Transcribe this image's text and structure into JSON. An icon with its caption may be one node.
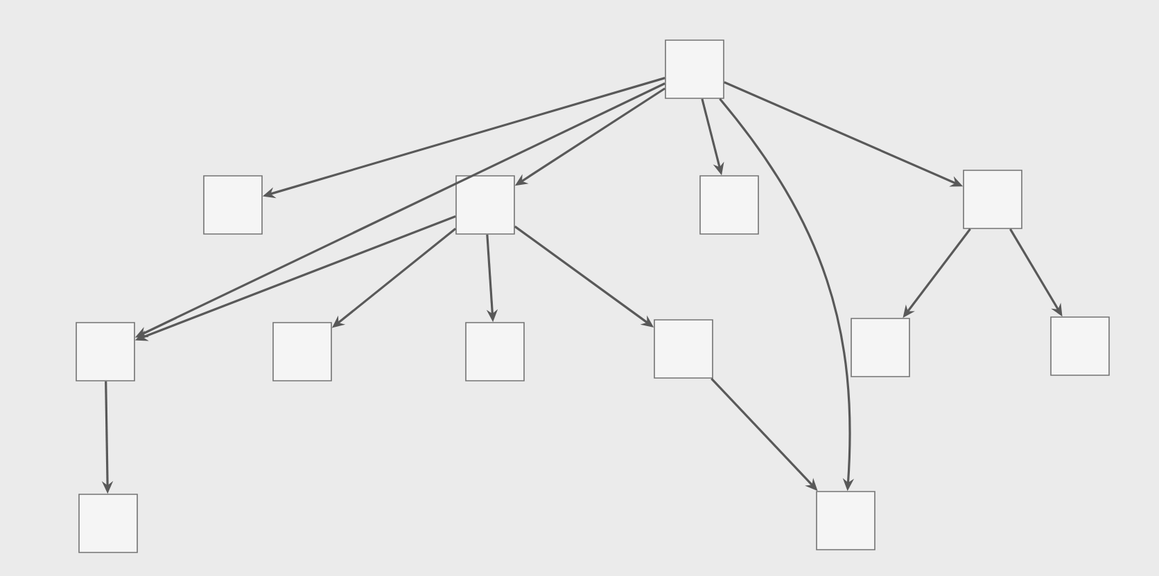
{
  "diagram": {
    "nodes": [
      {
        "text": [],
        "shape": "box"
      },
      {
        "text": [],
        "shape": "box"
      },
      {
        "text": [],
        "shape": "box"
      },
      {
        "text": [],
        "shape": "box"
      },
      {
        "text": [],
        "shape": "box"
      },
      {
        "text": [],
        "shape": "box"
      },
      {
        "text": [],
        "shape": "box"
      },
      {
        "text": [],
        "shape": "box"
      },
      {
        "text": [],
        "shape": "box"
      },
      {
        "text": [],
        "shape": "box"
      },
      {
        "text": [],
        "shape": "box"
      },
      {
        "text": [],
        "shape": "box"
      },
      {
        "text": [],
        "shape": "box"
      }
    ],
    "edges": [
      {
        "from": 0,
        "to": 1,
        "arrow": "to"
      },
      {
        "from": 0,
        "to": 2,
        "arrow": "to"
      },
      {
        "from": 0,
        "to": 3,
        "arrow": "to"
      },
      {
        "from": 0,
        "to": 4,
        "arrow": "to"
      },
      {
        "from": 0,
        "to": 5,
        "arrow": "to"
      },
      {
        "from": 0,
        "to": 12,
        "arrow": "to"
      },
      {
        "from": 2,
        "to": 5,
        "arrow": "to"
      },
      {
        "from": 2,
        "to": 6,
        "arrow": "to"
      },
      {
        "from": 2,
        "to": 7,
        "arrow": "to"
      },
      {
        "from": 2,
        "to": 8,
        "arrow": "to"
      },
      {
        "from": 4,
        "to": 9,
        "arrow": "to"
      },
      {
        "from": 4,
        "to": 10,
        "arrow": "to"
      },
      {
        "from": 5,
        "to": 11,
        "arrow": "to"
      },
      {
        "from": 8,
        "to": 12,
        "arrow": "to"
      }
    ]
  }
}
